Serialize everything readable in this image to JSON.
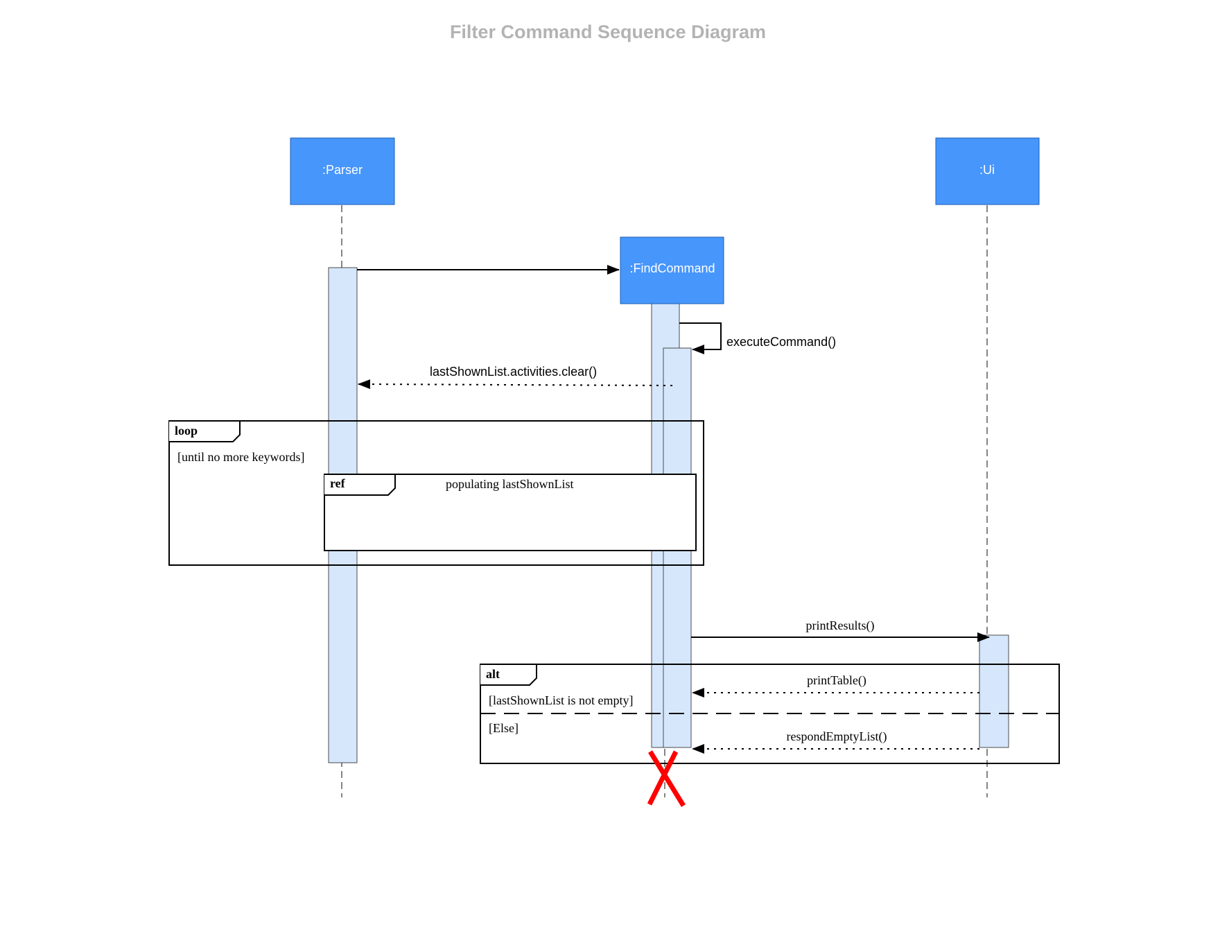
{
  "title": "Filter Command Sequence Diagram",
  "participants": {
    "parser": ":Parser",
    "ui": ":Ui",
    "findcommand": ":FindCommand"
  },
  "messages": {
    "execute": "executeCommand()",
    "clear": "lastShownList.activities.clear()",
    "print_results": "printResults()",
    "print_table": "printTable()",
    "respond_empty": "respondEmptyList()"
  },
  "frames": {
    "loop": {
      "tag": "loop",
      "guard": "[until no more keywords]"
    },
    "ref": {
      "tag": "ref",
      "label": "populating lastShownList"
    },
    "alt": {
      "tag": "alt",
      "guard_1": "[lastShownList is not empty]",
      "guard_2": "[Else]"
    }
  },
  "colors": {
    "participant_fill": "#4796FC",
    "activation_fill": "#D6E7FC",
    "destroy_mark": "#FF0000",
    "title": "#B3B3B3"
  }
}
